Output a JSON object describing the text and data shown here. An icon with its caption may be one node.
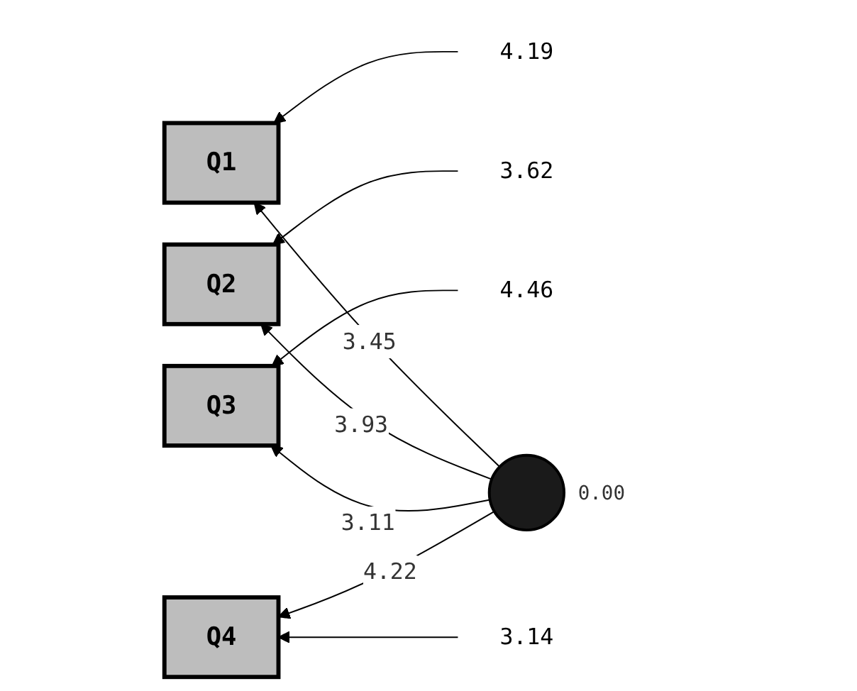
{
  "diagram": {
    "nodes": [
      {
        "text": [
          "4.19"
        ]
      },
      {
        "text": [
          "Q1"
        ]
      },
      {
        "text": [
          "3.62"
        ]
      },
      {
        "text": [
          "Q2"
        ]
      },
      {
        "text": [
          "4.46"
        ]
      },
      {
        "text": [
          "Q3"
        ]
      },
      {
        "text": [
          "3.14"
        ]
      },
      {
        "text": [
          "Q4"
        ]
      },
      {
        "text": [],
        "shape": "ellipse",
        "beside": [
          "0.00"
        ]
      }
    ],
    "edges": [
      {
        "from": 0,
        "to": 1,
        "arrow": "to"
      },
      {
        "from": 2,
        "to": 3,
        "arrow": "to"
      },
      {
        "from": 4,
        "to": 5,
        "arrow": "to"
      },
      {
        "from": 6,
        "to": 7,
        "arrow": "to"
      },
      {
        "from": 8,
        "to": 1,
        "arrow": "to",
        "label": "3.45"
      },
      {
        "from": 8,
        "to": 3,
        "arrow": "to",
        "label": "3.93"
      },
      {
        "from": 8,
        "to": 5,
        "arrow": "to",
        "label": "3.11"
      },
      {
        "from": 8,
        "to": 7,
        "arrow": "to",
        "label": "4.22"
      }
    ]
  }
}
